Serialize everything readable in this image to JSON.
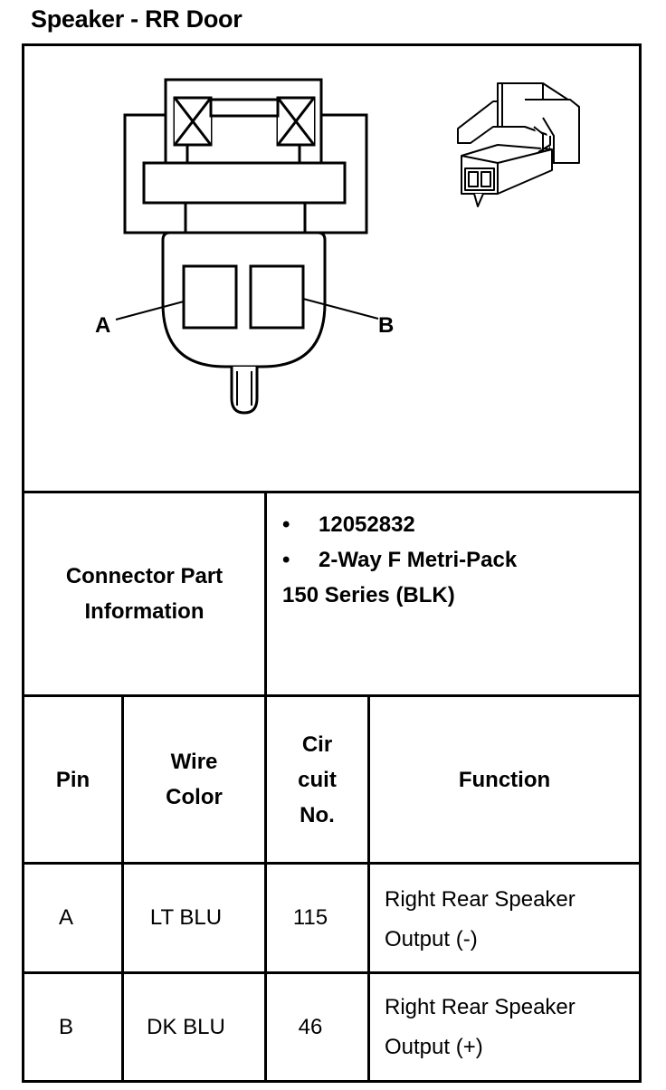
{
  "title": "Speaker - RR Door",
  "diagram": {
    "pin_labels": [
      "A",
      "B"
    ]
  },
  "connector_info": {
    "label_line1": "Connector Part",
    "label_line2": "Information",
    "items": [
      {
        "bullet": "•",
        "text": "12052832"
      },
      {
        "bullet": "•",
        "text": "2-Way F Metri-Pack"
      }
    ],
    "continuation": "150 Series (BLK)"
  },
  "table": {
    "headers": {
      "pin": "Pin",
      "wire_color_1": "Wire",
      "wire_color_2": "Color",
      "circuit_1": "Cir",
      "circuit_2": "cuit",
      "circuit_3": "No.",
      "function": "Function"
    },
    "rows": [
      {
        "pin": "A",
        "wire_color": "LT BLU",
        "circuit": "115",
        "function_1": "Right Rear Speaker",
        "function_2": "Output (-)"
      },
      {
        "pin": "B",
        "wire_color": "DK BLU",
        "circuit": "46",
        "function_1": "Right Rear Speaker",
        "function_2": "Output (+)"
      }
    ]
  }
}
